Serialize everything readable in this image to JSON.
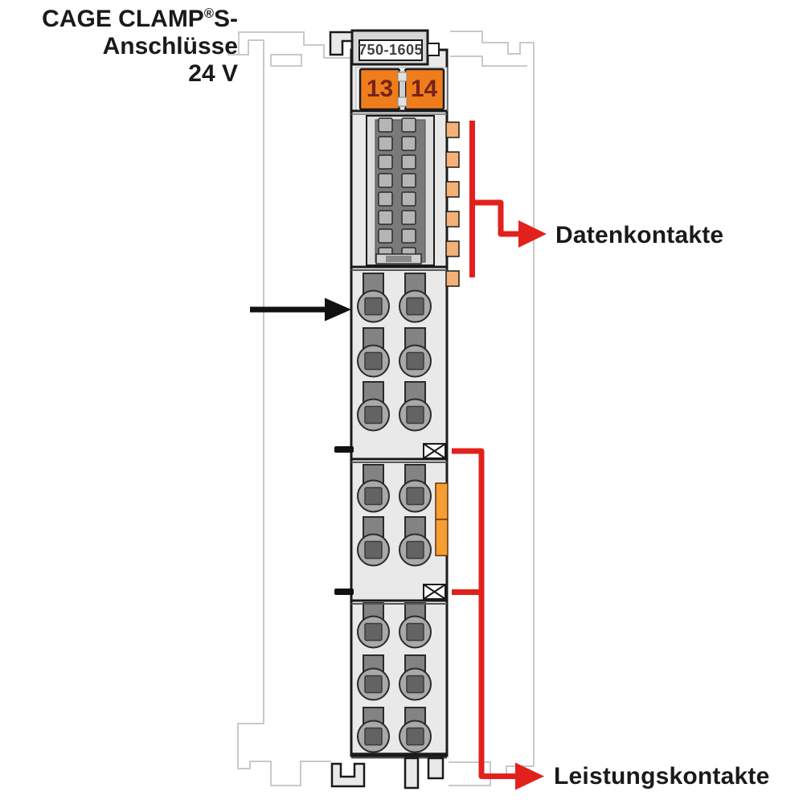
{
  "diagram": {
    "module": {
      "model": "750-1605",
      "terminal_left": "13",
      "terminal_right": "14",
      "data_contact_rows": 8,
      "data_contact_cols": 2,
      "side_tab_count": 6
    },
    "labels": {
      "cage_clamp_prefix": "CAGE CLAMP",
      "cage_clamp_registered": "®",
      "cage_clamp_suffix": "S-",
      "cage_clamp_line2": "Anschlüsse",
      "cage_clamp_line3": "24 V",
      "data_contacts": "Datenkontakte",
      "power_contacts": "Leistungskontakte"
    },
    "colors": {
      "accent_red": "#e2211c",
      "terminal_orange": "#ef7d1c",
      "tab_orange": "#f3b077",
      "latch_orange": "#f59e33",
      "outline_dark": "#1a1a1a",
      "body_gray": "#e9e9e9",
      "neighbor_outline": "#c9c9c9"
    }
  }
}
